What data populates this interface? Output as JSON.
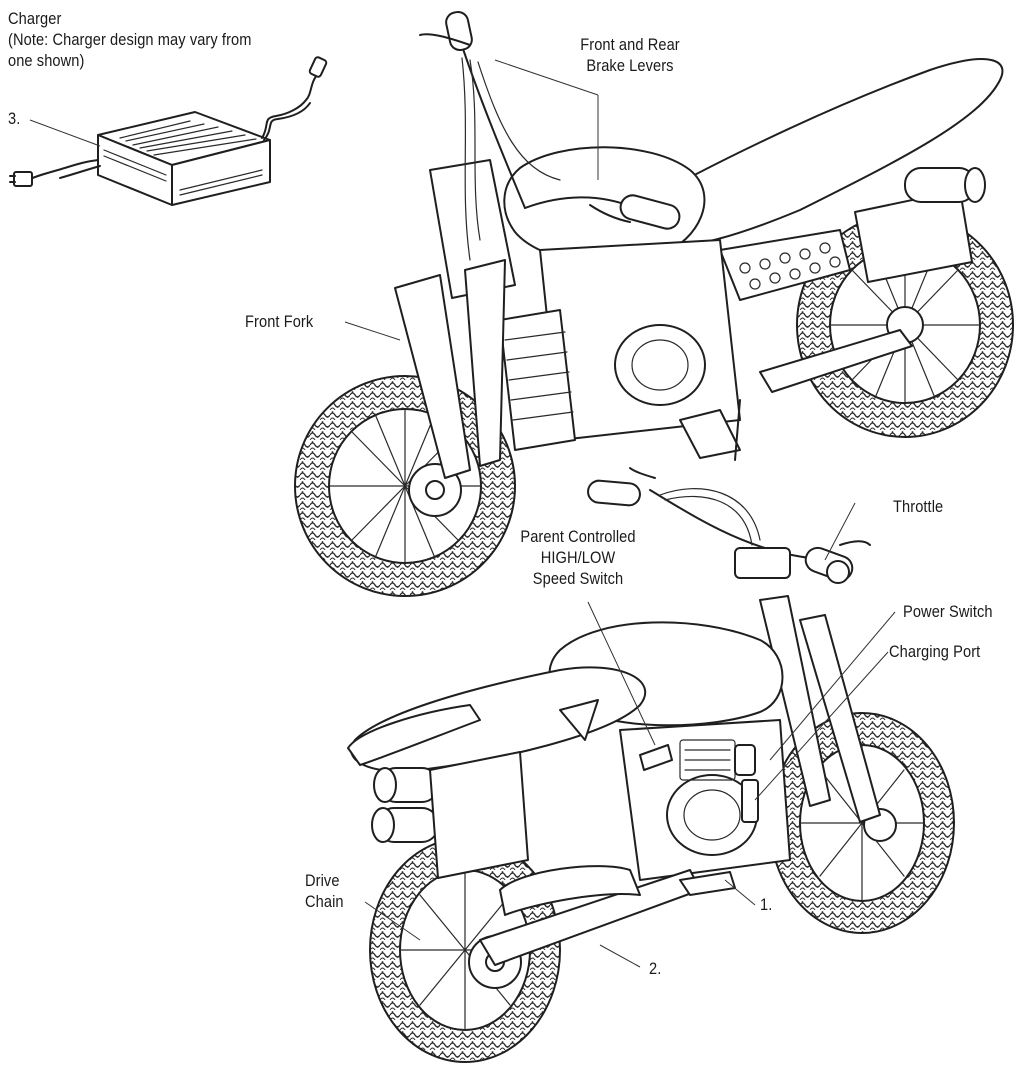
{
  "labels": {
    "charger_line1": "Charger",
    "charger_line2": "(Note: Charger design may vary from",
    "charger_line3": "one shown)",
    "charger_number": "3.",
    "brake_line1": "Front and Rear",
    "brake_line2": "Brake Levers",
    "front_fork": "Front Fork",
    "throttle": "Throttle",
    "speed_line1": "Parent Controlled",
    "speed_line2": "HIGH/LOW",
    "speed_line3": "Speed Switch",
    "power_switch": "Power Switch",
    "charging_port": "Charging Port",
    "drive_line1": "Drive",
    "drive_line2": "Chain",
    "callout_1": "1.",
    "callout_2": "2."
  },
  "icons": [
    "charger-icon",
    "motorcycle-top-icon",
    "motorcycle-bottom-icon"
  ]
}
